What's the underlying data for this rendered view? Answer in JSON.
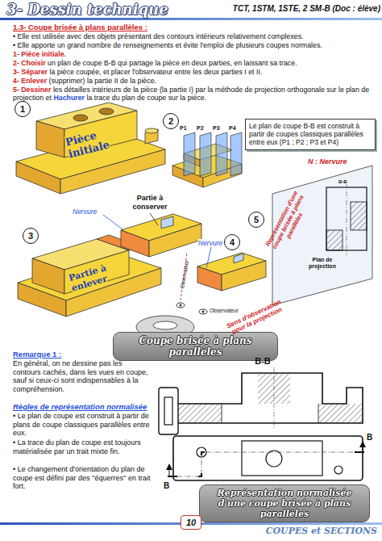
{
  "diagram": {
    "title": "3- Dessin technique",
    "nodes": [
      {
        "text": [
          "1"
        ]
      },
      {
        "text": [
          "2"
        ]
      },
      {
        "text": [
          "3"
        ]
      },
      {
        "text": [
          "4"
        ]
      },
      {
        "text": [
          "5"
        ]
      },
      {
        "text": [
          "Le plan de coupe B-B est construit à partir de coupes classiques parallèles entre eux (P1 ; P2 ; P3 et P4)"
        ]
      },
      {
        "text": [
          "Coupe brisée à plans parallèles"
        ]
      },
      {
        "text": [
          "Représentation normalisée d'une coupe brisée à plans parallèles"
        ]
      },
      {
        "text": [
          "10"
        ]
      }
    ],
    "labels": [
      "TCT, 1STM, 1STE, 2 SM-B (Doc : élève)",
      "1.3- Coupe brisée à plans parallèles :",
      "• Elle est utilisée avec des objets présentant des contours intérieurs relativement complexes.",
      "• Elle apporte un grand nombre de renseignements et évite l'emploi de plusieurs coupes normales.",
      "1- Pièce initiale.",
      "2- Choisir",
      "un plan de coupe B-B qui partage la pièce en deux parties, en laissant sa trace.",
      "3- Séparer",
      "la pièce coupée, et placer l'observateur entre les deux parties I et II.",
      "4- Enlever",
      "(supprimer) la partie II de la pièce.",
      "5- Dessiner",
      "les détailles intérieurs de la pièce (la partie I) par la méthode de projection orthogonale sur le plan de projection et",
      "Hachurer",
      "la trace du plan de coupe sur la pièce.",
      "Pièce initiale",
      "P1",
      "P2",
      "P3",
      "P4",
      "Partie à conserver",
      "Nervure",
      "Partie à enlever",
      "Observateur",
      "Nervure",
      "Observateur",
      "Sens d'observation pour la projection",
      "N : Nervure",
      "Représentation d'une coupe brisée à plans parallèles",
      "Plan de projection",
      "B-B",
      "Remarque 1 :",
      "En général, on ne dessine pas les contours cachés, dans les vues en coupe, sauf si ceux-ci sont indispensables à la compréhension.",
      "Règles de représentation normalisée",
      "• Le plan de coupe est construit à partir de plans de coupe classiques parallèles entre eux.",
      "• La trace du plan de coupe est toujours matérialisée par un trait mixte fin.",
      "• Le changement d'orientation du plan de coupe est défini par des ''équerres'' en trait fort.",
      "B-B",
      "B",
      "B",
      "COUPES et SECTIONS"
    ]
  }
}
